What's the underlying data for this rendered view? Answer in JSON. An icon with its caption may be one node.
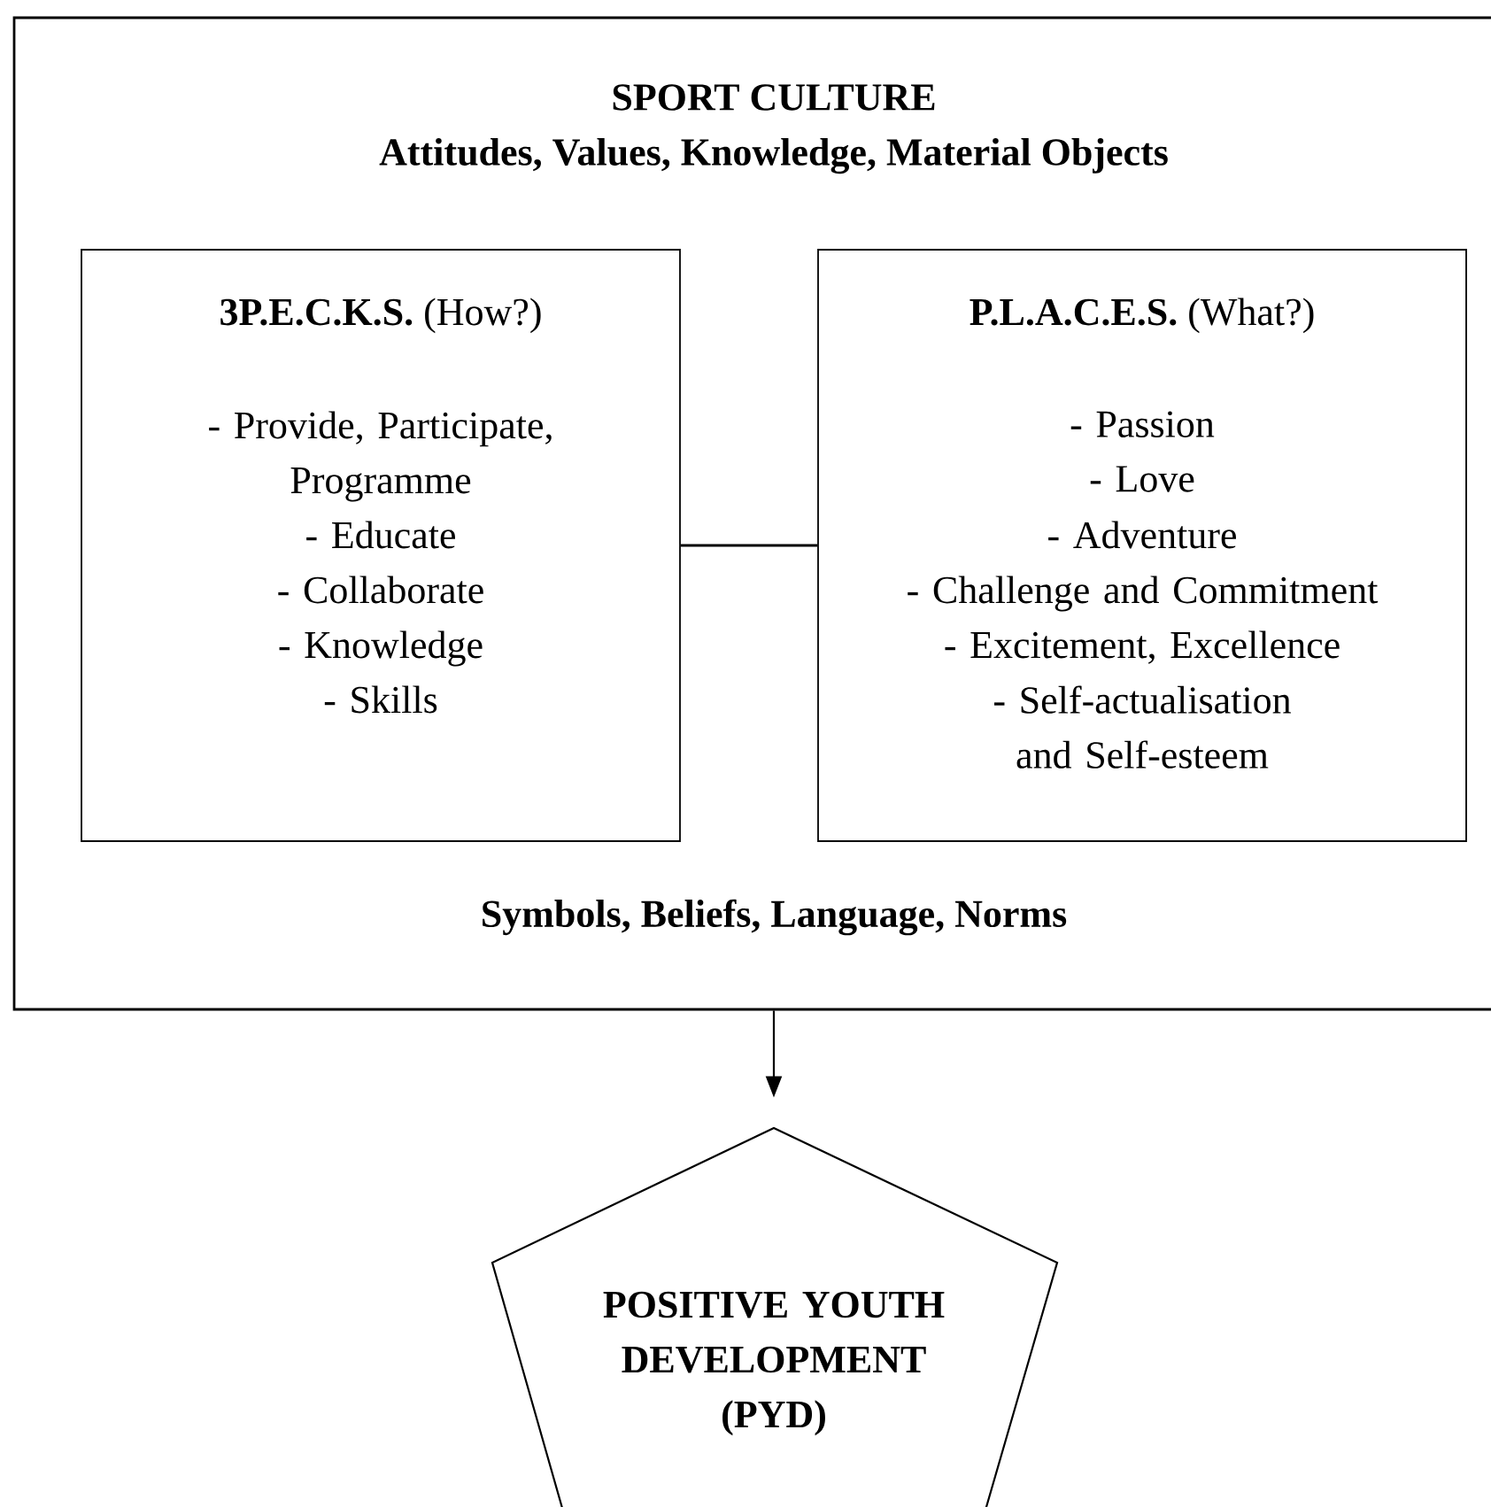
{
  "diagram": {
    "nodes": [
      {
        "text": [
          "SPORT CULTURE",
          "Attitudes, Values, Knowledge, Material Objects",
          "Symbols, Beliefs, Language, Norms"
        ]
      },
      {
        "text": [
          "**3P.E.C.K.S.** (How?)",
          "- Provide, Participate, Programme",
          "- Educate",
          "- Collaborate",
          "- Knowledge",
          "- Skills"
        ],
        "in": 0
      },
      {
        "text": [
          "**P.L.A.C.E.S.** (What?)",
          "- Passion",
          "- Love",
          "- Adventure",
          "- Challenge and Commitment",
          "- Excitement, Excellence",
          "- Self-actualisation and Self-esteem"
        ],
        "in": 0
      },
      {
        "text": [
          "POSITIVE YOUTH DEVELOPMENT (PYD)"
        ]
      }
    ],
    "edges": [
      {
        "from": 1,
        "to": 2,
        "arrow": "none"
      },
      {
        "from": 0,
        "to": 3,
        "arrow": "to"
      }
    ]
  }
}
